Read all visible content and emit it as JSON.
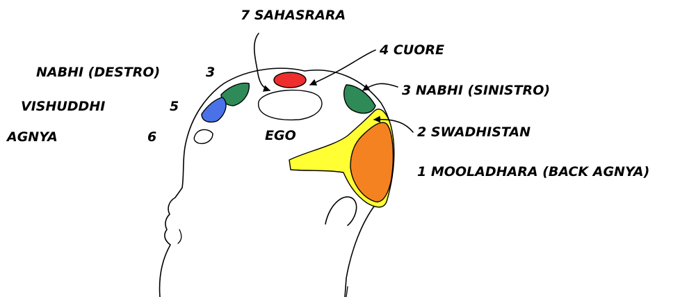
{
  "labels": {
    "sahasrara": "7  SAHASRARA",
    "cuore": "4  CUORE",
    "nabhi_destro_name": "NABHI (DESTRO)",
    "nabhi_destro_num": "3",
    "nabhi_sinistro": "3  NABHI (SINISTRO)",
    "vishuddhi_name": "VISHUDDHI",
    "vishuddhi_num": "5",
    "agnya_name": "AGNYA",
    "agnya_num": "6",
    "ego": "EGO",
    "swadhistan": "2  SWADHISTAN",
    "mooladhara": "1  MOOLADHARA  (BACK AGNYA)"
  },
  "colors": {
    "sahasrara": "#ee2d2d",
    "nabhi": "#2e8b57",
    "vishuddhi": "#4a72e8",
    "swadhistan": "#ffff33",
    "mooladhara": "#f58220",
    "outline": "#000000"
  }
}
